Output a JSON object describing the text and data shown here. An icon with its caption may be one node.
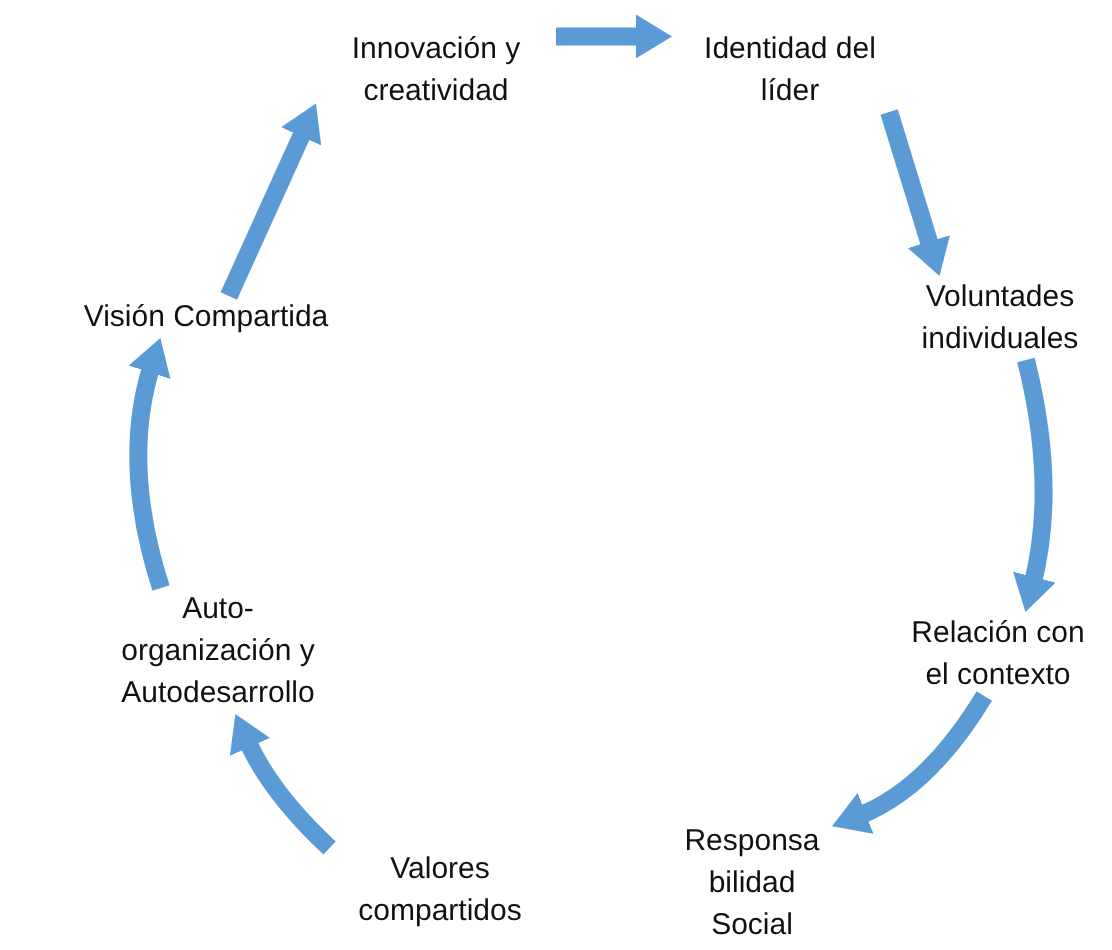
{
  "diagram": {
    "nodes": [
      {
        "text": [
          "Innovación y creatividad"
        ]
      },
      {
        "text": [
          "Identidad del líder"
        ]
      },
      {
        "text": [
          "Voluntades individuales"
        ]
      },
      {
        "text": [
          "Relación con el contexto"
        ]
      },
      {
        "text": [
          "Responsa bilidad Social"
        ]
      },
      {
        "text": [
          "Valores compartidos"
        ]
      },
      {
        "text": [
          "Auto- organización y Autodesarrollo"
        ]
      },
      {
        "text": [
          "Visión Compartida"
        ]
      }
    ],
    "edges": [
      {
        "from": 0,
        "to": 1,
        "arrow": "to"
      },
      {
        "from": 1,
        "to": 2,
        "arrow": "to"
      },
      {
        "from": 2,
        "to": 3,
        "arrow": "to"
      },
      {
        "from": 3,
        "to": 4,
        "arrow": "to"
      },
      {
        "from": 5,
        "to": 6,
        "arrow": "to"
      },
      {
        "from": 6,
        "to": 7,
        "arrow": "to"
      },
      {
        "from": 7,
        "to": 0,
        "arrow": "to"
      }
    ]
  }
}
